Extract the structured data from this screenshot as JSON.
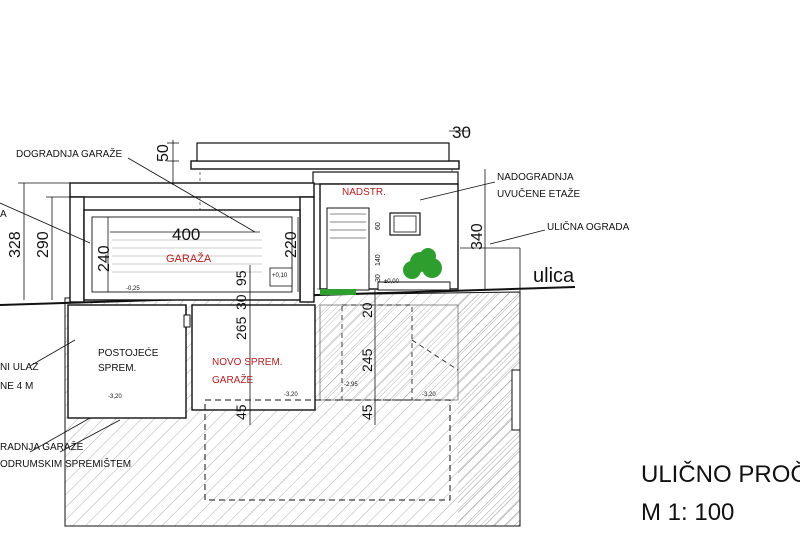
{
  "labels": {
    "dogradnja_garaze": "DOGRADNJA GARAŽE",
    "nadogradnja_line1": "NADOGRADNJA",
    "nadogradnja_line2": "UVUČENE ETAŽE",
    "ulicna_ograda": "ULIČNA OGRADA",
    "ulica": "ulica",
    "garaza": "GARAŽA",
    "nadstr": "NADSTR.",
    "postojece_line1": "POSTOJEĆE",
    "postojece_line2": "SPREM.",
    "novo_sprem_line1": "NOVO SPREM.",
    "novo_sprem_line2": "GARAŽE",
    "ulaz_line1": "NI ULAZ",
    "ulaz_line2": "NE 4 M",
    "left_cut": "A",
    "bottom_line1": "RADNJA GARAŽE",
    "bottom_line2": "ODRUMSKIM SPREMIŠTEM"
  },
  "title": {
    "line1": "ULIČNO PROČ",
    "line2": "M 1: 100"
  },
  "dimensions": {
    "d30": "30",
    "d50": "50",
    "d328": "328",
    "d290": "290",
    "d400": "400",
    "d240": "240",
    "d220": "220",
    "d340": "340",
    "d95": "95",
    "d30b": "30",
    "d265": "265",
    "d20": "20",
    "d245": "245",
    "d45a": "45",
    "d45b": "45",
    "d60": "60",
    "d140": "140",
    "d30c": "30"
  },
  "levels": {
    "p010": "+0,10",
    "p000": "±0,00",
    "m025": "-0,25",
    "m320a": "-3,20",
    "m320b": "-3,20",
    "m320c": "-3,20",
    "m295": "-2,95"
  },
  "colors": {
    "line": "#111111",
    "red_text": "#b22222",
    "green_tree": "#2e9e2e",
    "hatch": "#555555"
  }
}
